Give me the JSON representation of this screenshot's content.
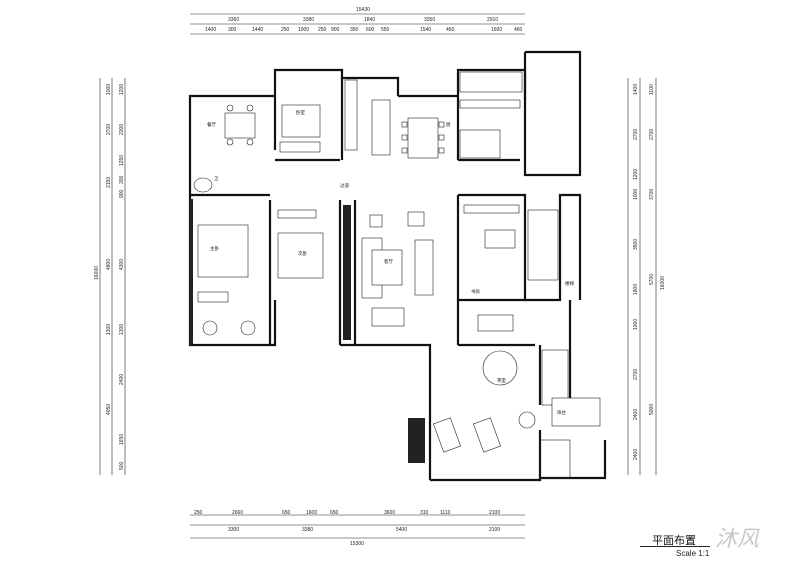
{
  "top_dims": {
    "overall": "15430",
    "row1": [
      "3360",
      "3380",
      "1840",
      "3350",
      "2910"
    ],
    "row2": [
      "1400",
      "300",
      "1440",
      "250",
      "1000",
      "250",
      "900",
      "350",
      "600",
      "550",
      "1540",
      "450",
      "1600",
      "460"
    ]
  },
  "bottom_dims": {
    "overall": "15300",
    "row1": [
      "250",
      "2660",
      "650",
      "1600",
      "650",
      "3600",
      "310",
      "1110",
      "2100"
    ],
    "row2": [
      "3300",
      "3380",
      "5400",
      "2100"
    ]
  },
  "left_dims": {
    "overall": "16000",
    "row1": [
      "1000",
      "2700",
      "2150",
      "4800",
      "1300",
      "4050"
    ],
    "row2": [
      "1200",
      "2300",
      "1250",
      "300",
      "900",
      "4300",
      "1300",
      "2400",
      "1650",
      "500"
    ]
  },
  "right_dims": {
    "overall": "16000",
    "row1": [
      "1100",
      "2700",
      "3700",
      "5700",
      "5000"
    ],
    "row2": [
      "1400",
      "2700",
      "1200",
      "1000",
      "3500",
      "1800",
      "1000",
      "2700",
      "2400",
      "2400"
    ]
  },
  "rooms": {
    "dining_small": "餐厅",
    "bedroom_top": "卧室",
    "kitchen": "厨",
    "corridor": "过道",
    "bath": "卫",
    "master_bedroom": "主卧",
    "bedroom_mid": "次卧",
    "living_room": "客厅",
    "study": "书房",
    "stair": "楼梯",
    "tea_room": "茶室",
    "terrace": "阳台"
  },
  "plan_title": "平面布置",
  "scale_label": "Scale 1:1",
  "watermark": "沐风"
}
